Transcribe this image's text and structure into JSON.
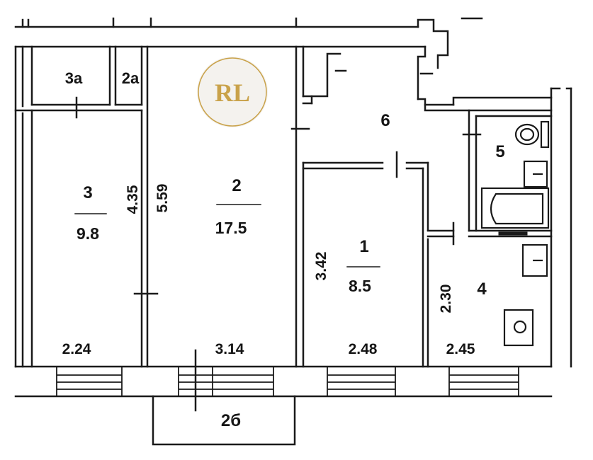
{
  "logo": {
    "text": "RL",
    "ring_color": "#c9a24a",
    "bg_color": "#f4f2ee"
  },
  "rooms": {
    "room_3a": {
      "number": "3а"
    },
    "room_2a": {
      "number": "2а"
    },
    "room_3": {
      "number": "3",
      "area": "9.8",
      "length": "4.35",
      "width": "2.24"
    },
    "room_2": {
      "number": "2",
      "area": "17.5",
      "length": "5.59",
      "width": "3.14"
    },
    "room_1": {
      "number": "1",
      "area": "8.5",
      "length": "3.42",
      "width": "2.48"
    },
    "room_4": {
      "number": "4",
      "length": "2.30",
      "width": "2.45"
    },
    "room_5": {
      "number": "5"
    },
    "room_6": {
      "number": "6"
    },
    "balcony": {
      "number": "2б"
    }
  }
}
